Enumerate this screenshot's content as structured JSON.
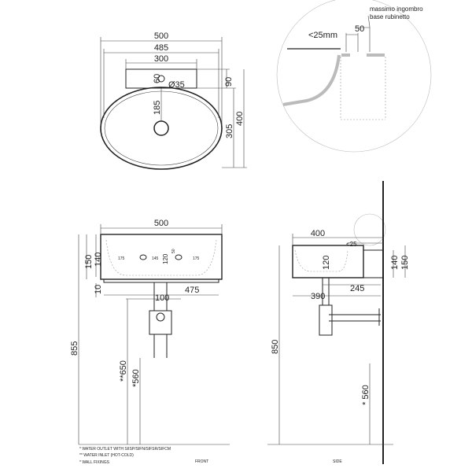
{
  "top_view": {
    "d_500": "500",
    "d_485": "485",
    "d_300": "300",
    "d_60": "60",
    "d_35": "Ø35",
    "d_90": "90",
    "d_185": "185",
    "d_305": "305",
    "d_400": "400"
  },
  "detail": {
    "note_line1": "massimo ingombro",
    "note_line2": "base rubinetto",
    "d_50": "50",
    "d_25mm": "<25mm"
  },
  "front_view": {
    "d_500": "500",
    "d_175a": "175",
    "d_145": "145",
    "d_120": "120",
    "d_50": "50",
    "d_175b": "175",
    "d_150": "150",
    "d_140": "140",
    "d_10": "10",
    "d_475": "475",
    "d_100": "100",
    "d_855": "855",
    "d_650": "**650",
    "d_560": "*560",
    "label": "FRONT"
  },
  "side_view": {
    "d_400": "400",
    "d_25": "<25",
    "d_120": "120",
    "d_140": "140",
    "d_150": "150",
    "d_245": "245",
    "d_390": "390",
    "d_850": "850",
    "d_560": "* 560",
    "label": "SIDE"
  },
  "notes": [
    "* WATER OUTLET WITH SIISP/SIFN/SIFSR/SIFCM",
    "** WATER INLET (HOT-COLD)",
    "* WALL FIXINGS"
  ]
}
